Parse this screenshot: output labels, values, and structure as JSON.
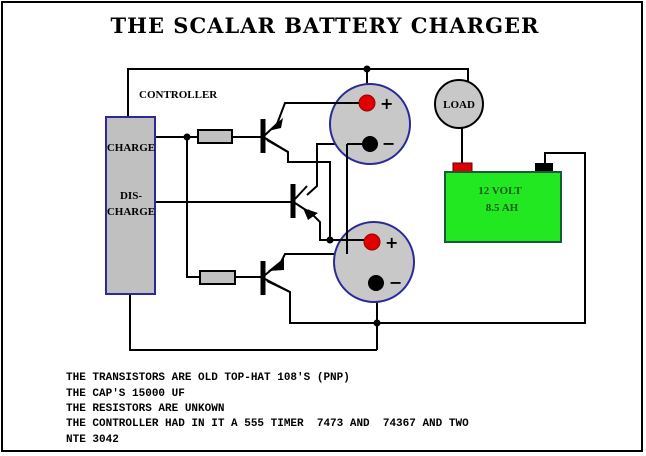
{
  "title": "THE SCALAR BATTERY CHARGER",
  "labels": {
    "controller": "CONTROLLER",
    "charge": "CHARGE",
    "discharge_line1": "DIS-",
    "discharge_line2": "CHARGE",
    "load": "LOAD",
    "battery_line1": "12 VOLT",
    "battery_line2": "8.5 AH",
    "cap_top_plus": "+",
    "cap_top_minus": "−",
    "cap_bottom_plus": "+",
    "cap_bottom_minus": "−"
  },
  "notes": [
    "THE TRANSISTORS ARE OLD TOP-HAT 108'S (PNP)",
    "THE CAP'S 15000 UF",
    "THE RESISTORS ARE UNKOWN",
    "THE CONTROLLER HAD IN IT A 555 TIMER  7473 AND  74367 AND TWO",
    "NTE 3042"
  ],
  "components": {
    "controller": "controller-block",
    "transistors": [
      "transistor-top",
      "transistor-middle",
      "transistor-bottom"
    ],
    "resistors": [
      "resistor-top",
      "resistor-bottom"
    ],
    "capacitors": [
      "capacitor-top",
      "capacitor-bottom"
    ],
    "load": "load-lamp",
    "battery": "battery"
  },
  "colors": {
    "wire": "#000000",
    "controller_fill": "#c0c0c0",
    "controller_border": "#2a2a9a",
    "cap_fill": "#c8c8c8",
    "cap_border": "#2a2a9a",
    "positive_terminal": "#e00000",
    "negative_terminal": "#000000",
    "battery_fill": "#22e822",
    "battery_border": "#1a5a3a",
    "battery_text": "#1a5a1a"
  }
}
